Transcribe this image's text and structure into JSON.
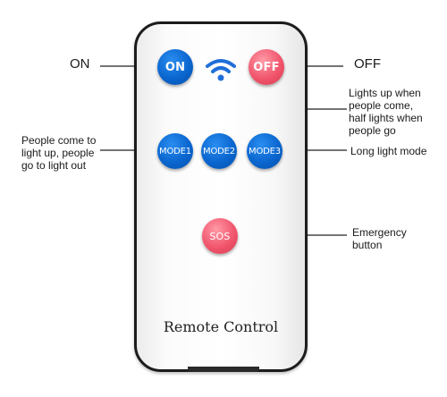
{
  "remote": {
    "title": "Remote Control",
    "buttons": {
      "on": "ON",
      "off": "OFF",
      "mode1": "MODE1",
      "mode2": "MODE2",
      "mode3": "MODE3",
      "sos": "SOS"
    },
    "signal_icon": "wifi-icon"
  },
  "callouts": {
    "on": "ON",
    "off": "OFF",
    "mode1": [
      "People come to",
      "light up, people",
      "go to light out"
    ],
    "mode2": [
      "Lights up when",
      "people come,",
      "half lights when",
      "people go"
    ],
    "mode3": "Long light mode",
    "sos": [
      "Emergency",
      "button"
    ]
  },
  "colors": {
    "blue_button": "#0a66cf",
    "red_button": "#f1566d",
    "remote_outline": "#1c1c1c",
    "line": "#222222"
  }
}
